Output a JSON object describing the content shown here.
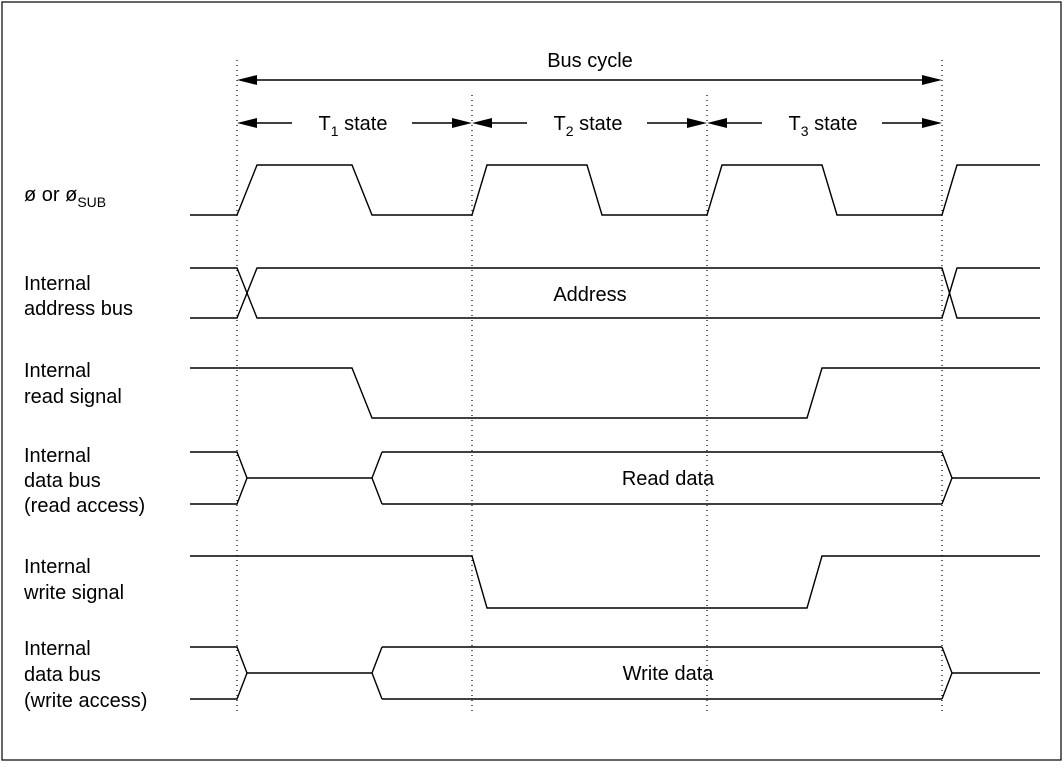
{
  "bus_cycle": {
    "label": "Bus cycle"
  },
  "states": [
    {
      "prefix": "T",
      "sub": "1",
      "suffix": " state"
    },
    {
      "prefix": "T",
      "sub": "2",
      "suffix": " state"
    },
    {
      "prefix": "T",
      "sub": "3",
      "suffix": " state"
    }
  ],
  "signals": {
    "clock": {
      "base": "ø or ø",
      "sub": "SUB"
    },
    "address_bus": {
      "line1": "Internal",
      "line2": "address bus",
      "value": "Address"
    },
    "read_signal": {
      "line1": "Internal",
      "line2": "read signal"
    },
    "data_read": {
      "line1": "Internal",
      "line2": "data bus",
      "line3": "(read access)",
      "value": "Read data"
    },
    "write_signal": {
      "line1": "Internal",
      "line2": "write signal"
    },
    "data_write": {
      "line1": "Internal",
      "line2": "data bus",
      "line3": "(write access)",
      "value": "Write data"
    }
  },
  "colors": {
    "line": "#000000",
    "background": "#ffffff"
  }
}
